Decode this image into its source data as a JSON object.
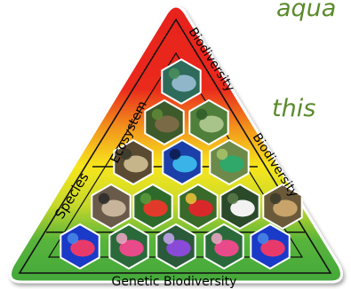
{
  "labels": {
    "ecosystem": "Ecosystem",
    "biodiversity_top": "Biodiversity",
    "species": "Species",
    "biodiversity_right": "Biodiversity",
    "genetic": "Genetic Biodiversity"
  },
  "side_text": {
    "top": "aqua",
    "middle": "this"
  },
  "colors": {
    "band_red": "#e8221c",
    "band_orange": "#f39a1e",
    "band_yellow": "#f7e61d",
    "band_green": "#58b43a",
    "accent_text": "#5a8a2a"
  },
  "icons": [
    "forest-river-icon",
    "tree-trunk-icon",
    "tree-canopy-icon",
    "chameleon-icon",
    "blue-frog-icon",
    "hummingbird-icon",
    "beetle-icon",
    "red-flower-icon",
    "red-heliconia-icon",
    "white-orchid-icon",
    "snail-icon",
    "dna-icon",
    "pink-lily-icon",
    "purple-lily-icon",
    "pink-lily-icon",
    "dna-icon"
  ]
}
